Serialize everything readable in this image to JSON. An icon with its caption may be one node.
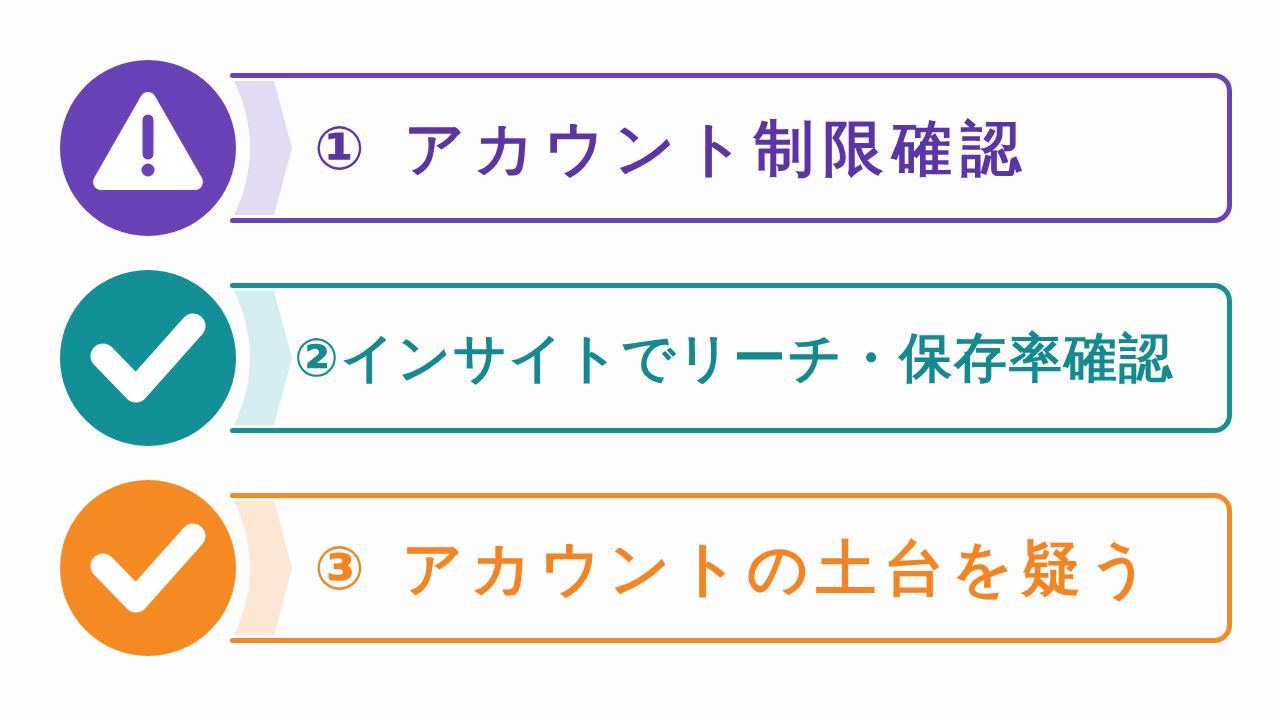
{
  "diagram": {
    "nodes": [
      {
        "text": [
          "① アカウント制限確認"
        ]
      },
      {
        "text": [
          "②インサイトでリーチ・保存率確認"
        ]
      },
      {
        "text": [
          "③ アカウントの土台を疑う"
        ]
      }
    ]
  }
}
